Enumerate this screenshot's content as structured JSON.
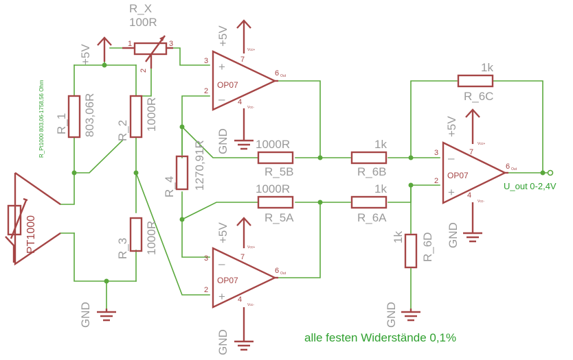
{
  "rx": {
    "name": "R_X",
    "value": "100R",
    "pin1": "1",
    "pin2": "2",
    "pin3": "3"
  },
  "r1": {
    "name": "R_1",
    "value": "803,06R"
  },
  "r2": {
    "name": "R_2",
    "value": "1000R"
  },
  "r3": {
    "name": "R_3",
    "value": "1000R"
  },
  "r4": {
    "name": "R_4",
    "value": "1270,91R"
  },
  "r5a": {
    "name": "R_5A",
    "value": "1000R"
  },
  "r5b": {
    "name": "R_5B",
    "value": "1000R"
  },
  "r6a": {
    "name": "R_6A",
    "value": "1k"
  },
  "r6b": {
    "name": "R_6B",
    "value": "1k"
  },
  "r6c": {
    "name": "R_6C",
    "value": "1k"
  },
  "r6d": {
    "name": "R_6D",
    "value": "1k"
  },
  "pt": {
    "name": "PT1000",
    "range_note": "R_Pt1000 803,06-1758,56 Ohm"
  },
  "supply": {
    "label": "+5V"
  },
  "ground": {
    "label": "GND"
  },
  "opamp": {
    "model": "OP07",
    "plus": "+",
    "minus": "–",
    "in_plus_pin": "3",
    "in_minus_pin": "2",
    "out_pin": "6",
    "out_label": "Out",
    "vcc_label": "Vcc+",
    "vee_label": "Vcc-",
    "pin7": "7",
    "pin4": "4"
  },
  "output": {
    "label": "U_out 0-2,4V"
  },
  "note": "alle festen Widerstände 0,1%"
}
